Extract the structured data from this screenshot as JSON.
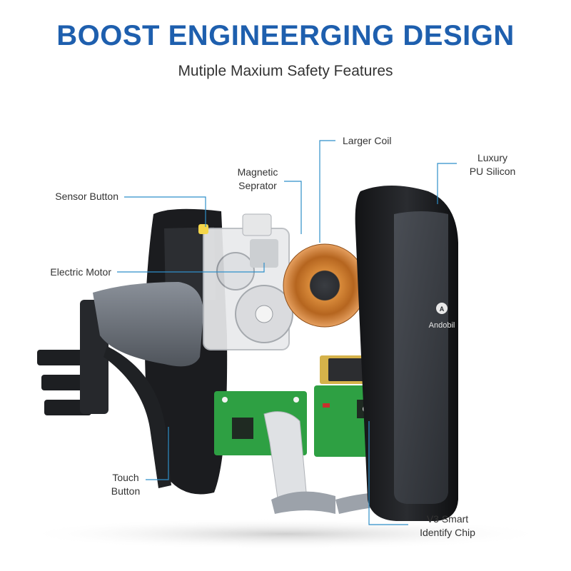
{
  "header": {
    "title": "BOOST ENGINEERGING DESIGN",
    "subtitle": "Mutiple Maxium Safety Features"
  },
  "callouts": {
    "sensor_button": "Sensor Button",
    "electric_motor": "Electric Motor",
    "magnetic_separator_line1": "Magnetic",
    "magnetic_separator_line2": "Seprator",
    "larger_coil": "Larger Coil",
    "luxury_line1": "Luxury",
    "luxury_line2": "PU Silicon",
    "touch_button_line1": "Touch",
    "touch_button_line2": "Button",
    "v3_chip_line1": "V3 Smart",
    "v3_chip_line2": "Identify Chip"
  },
  "product": {
    "brand_logo_text": "Andobil",
    "logo_letter": "A"
  },
  "colors": {
    "title": "#1e5fae",
    "callout_line": "#2f8fc9",
    "pcb": "#2ea043",
    "coil": "#c8792a",
    "shell": "#1f2124"
  }
}
